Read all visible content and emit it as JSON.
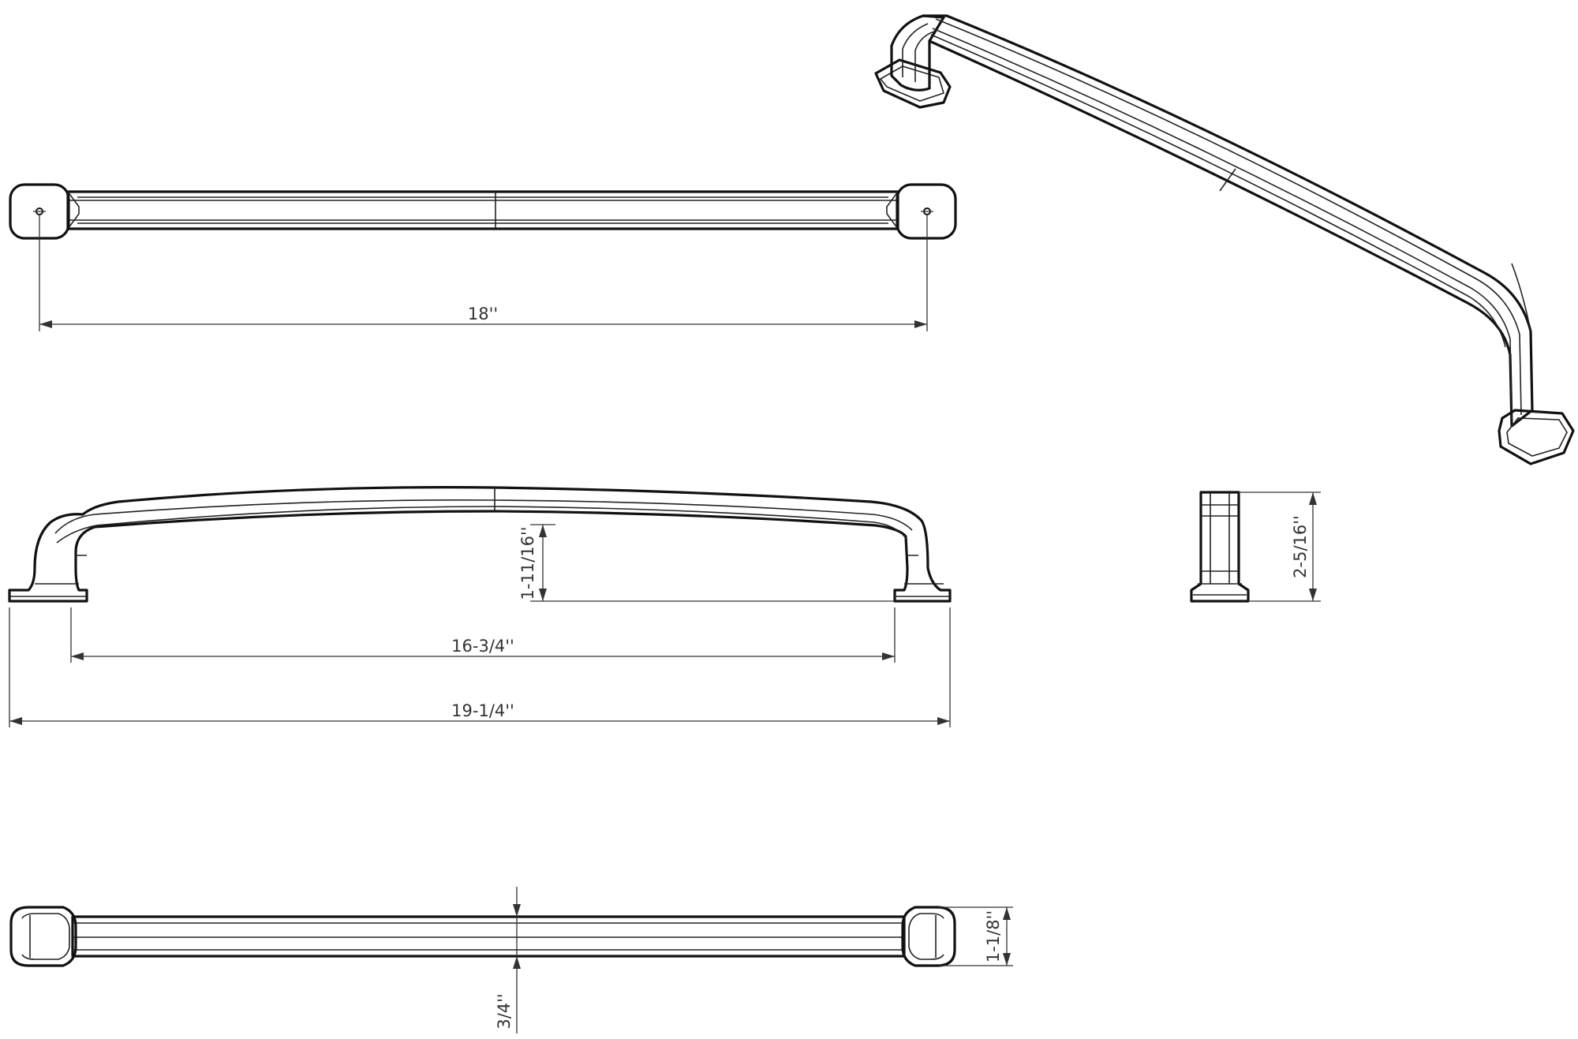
{
  "dimensions": {
    "center_to_center": "18''",
    "inner_clearance": "16-3/4''",
    "overall_length": "19-1/4''",
    "projection_bar": "1-11/16''",
    "projection_total": "2-5/16''",
    "base_width": "1-1/8''",
    "bar_width": "3/4''"
  }
}
